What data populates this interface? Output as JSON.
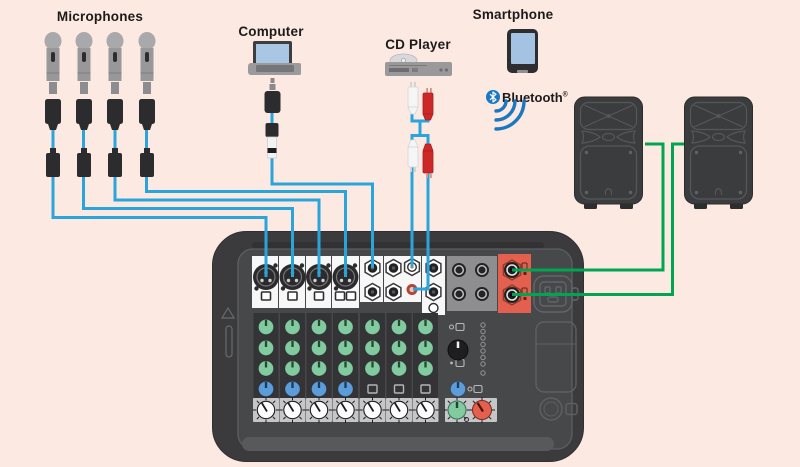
{
  "labels": {
    "microphones": "Microphones",
    "computer": "Computer",
    "cd_player": "CD Player",
    "smartphone": "Smartphone",
    "bluetooth": "Bluetooth",
    "bluetooth_reg": "®"
  },
  "devices": {
    "microphone_count": 4,
    "speaker_count": 2
  },
  "icons": {
    "microphone": "dynamic-mic-with-xlr-cable",
    "computer": "laptop",
    "cd_player": "cd-deck-with-disc",
    "smartphone": "phone",
    "bluetooth": "bluetooth-rune-in-circle",
    "wireless_waves": "three-radiating-arcs",
    "mixer": "powered-mixer-rear-panel",
    "speaker": "pa-speaker-rear"
  },
  "colors": {
    "bg": "#fce9e2",
    "ink": "#1d1b1a",
    "cable-blue": "#2aa5dc",
    "cable-green": "#00a551",
    "bt-blue": "#1a78c2",
    "mixer-body": "#3b3b3d",
    "mixer-panel": "#47484a",
    "speaker-body": "#3b3c3e",
    "output-red": "#e2604d",
    "knob-green": "#82cba0",
    "knob-blue": "#5b9cd9",
    "knob-red": "#e2604d",
    "strip-white": "#f7f7f7",
    "fader-strip": "#c6c6c8",
    "gray-block": "#8e8e90"
  }
}
